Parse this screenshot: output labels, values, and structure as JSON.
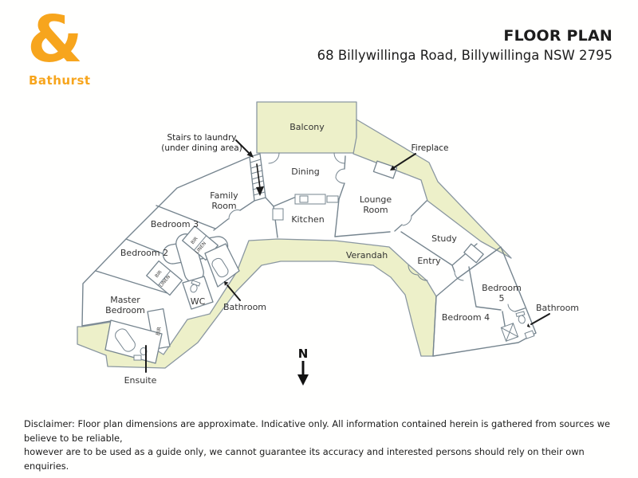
{
  "header": {
    "logo": {
      "symbol": "&",
      "name": "Bathurst"
    },
    "title": "FLOOR PLAN",
    "address": "68 Billywillinga Road, Billywillinga NSW 2795"
  },
  "plan": {
    "rooms": {
      "balcony": "Balcony",
      "dining": "Dining",
      "kitchen": "Kitchen",
      "family_room": [
        "Family",
        "Room"
      ],
      "lounge_room": [
        "Lounge",
        "Room"
      ],
      "study": "Study",
      "entry": "Entry",
      "verandah": "Verandah",
      "bedroom_2": "Bedroom 2",
      "bedroom_3": "Bedroom 3",
      "bedroom_4": "Bedroom 4",
      "bedroom_5": [
        "Bedroom",
        "5"
      ],
      "master_bedroom": [
        "Master",
        "Bedroom"
      ],
      "wc": "WC",
      "bathroom_left": "Bathroom",
      "bathroom_right": "Bathroom",
      "ensuite": "Ensuite"
    },
    "callouts": {
      "stairs_line1": "Stairs to laundry",
      "stairs_line2": "(under dining area)",
      "fireplace": "Fireplace"
    },
    "storage": {
      "bir": "BIR",
      "linen": "LINEN"
    },
    "compass": {
      "north_label": "N"
    }
  },
  "disclaimer": {
    "line1": "Disclaimer: Floor plan dimensions are approximate. Indicative only. All information contained herein is gathered from sources we believe to be reliable,",
    "line2": "however are to be used as a guide only, we cannot guarantee its accuracy and interested persons should rely on their own enquiries."
  },
  "colors": {
    "brand_orange": "#F7A51D",
    "verandah_fill": "#EDF0C9",
    "wall_stroke": "#76858F"
  }
}
